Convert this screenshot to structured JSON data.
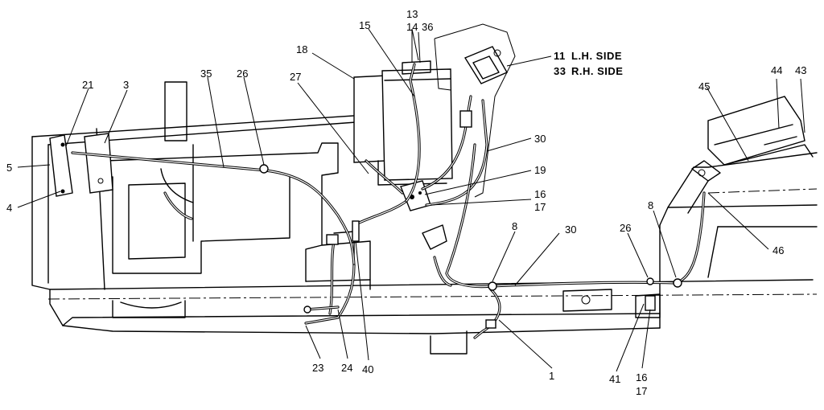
{
  "callouts": {
    "c13": "13",
    "c14": "14",
    "c36": "36",
    "c15": "15",
    "c18": "18",
    "c11": "11",
    "c11_text": "L.H. SIDE",
    "c33": "33",
    "c33_text": "R.H. SIDE",
    "c21": "21",
    "c3": "3",
    "c35": "35",
    "c26a": "26",
    "c27": "27",
    "c5": "5",
    "c4": "4",
    "c30a": "30",
    "c19": "19",
    "c16a": "16",
    "c17a": "17",
    "c44": "44",
    "c43": "43",
    "c45": "45",
    "c46": "46",
    "c8a": "8",
    "c30b": "30",
    "c26b": "26",
    "c8b": "8",
    "c23": "23",
    "c24": "24",
    "c40": "40",
    "c1": "1",
    "c41": "41",
    "c16b": "16",
    "c17b": "17"
  }
}
